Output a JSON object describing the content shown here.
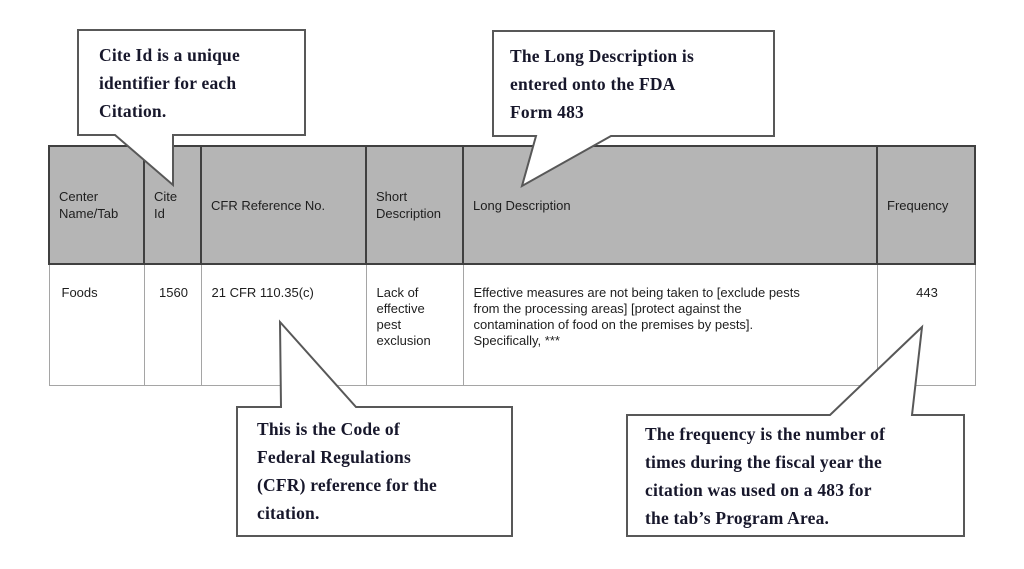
{
  "callouts": {
    "cite_id": {
      "text": "Cite Id is a unique\nidentifier for each\nCitation."
    },
    "long_description": {
      "text": "The Long Description is\nentered onto the FDA\nForm 483"
    },
    "cfr_reference": {
      "text": "This is the Code of\nFederal Regulations\n(CFR) reference for the\ncitation."
    },
    "frequency": {
      "text": "The frequency is the number of\ntimes during the fiscal year the\ncitation was used on a 483 for\nthe tab’s Program Area."
    }
  },
  "table": {
    "headers": [
      "Center\nName/Tab",
      "Cite\nId",
      "CFR Reference No.",
      "Short\nDescription",
      "Long Description",
      "Frequency"
    ],
    "row": {
      "center_name": "Foods",
      "cite_id": "1560",
      "cfr_reference": "21 CFR 110.35(c)",
      "short_description": "Lack of\neffective\npest\nexclusion",
      "long_description": "Effective measures are not being taken to [exclude pests\nfrom the processing areas] [protect against the\ncontamination of food on the premises by pests].\nSpecifically, ***",
      "frequency": "443"
    }
  },
  "colors": {
    "header_bg": "#b5b5b5",
    "header_border": "#404040",
    "cell_border": "#a5a5a5",
    "callout_border": "#585858",
    "text": "#1e1e1e",
    "callout_text": "#17172b"
  }
}
